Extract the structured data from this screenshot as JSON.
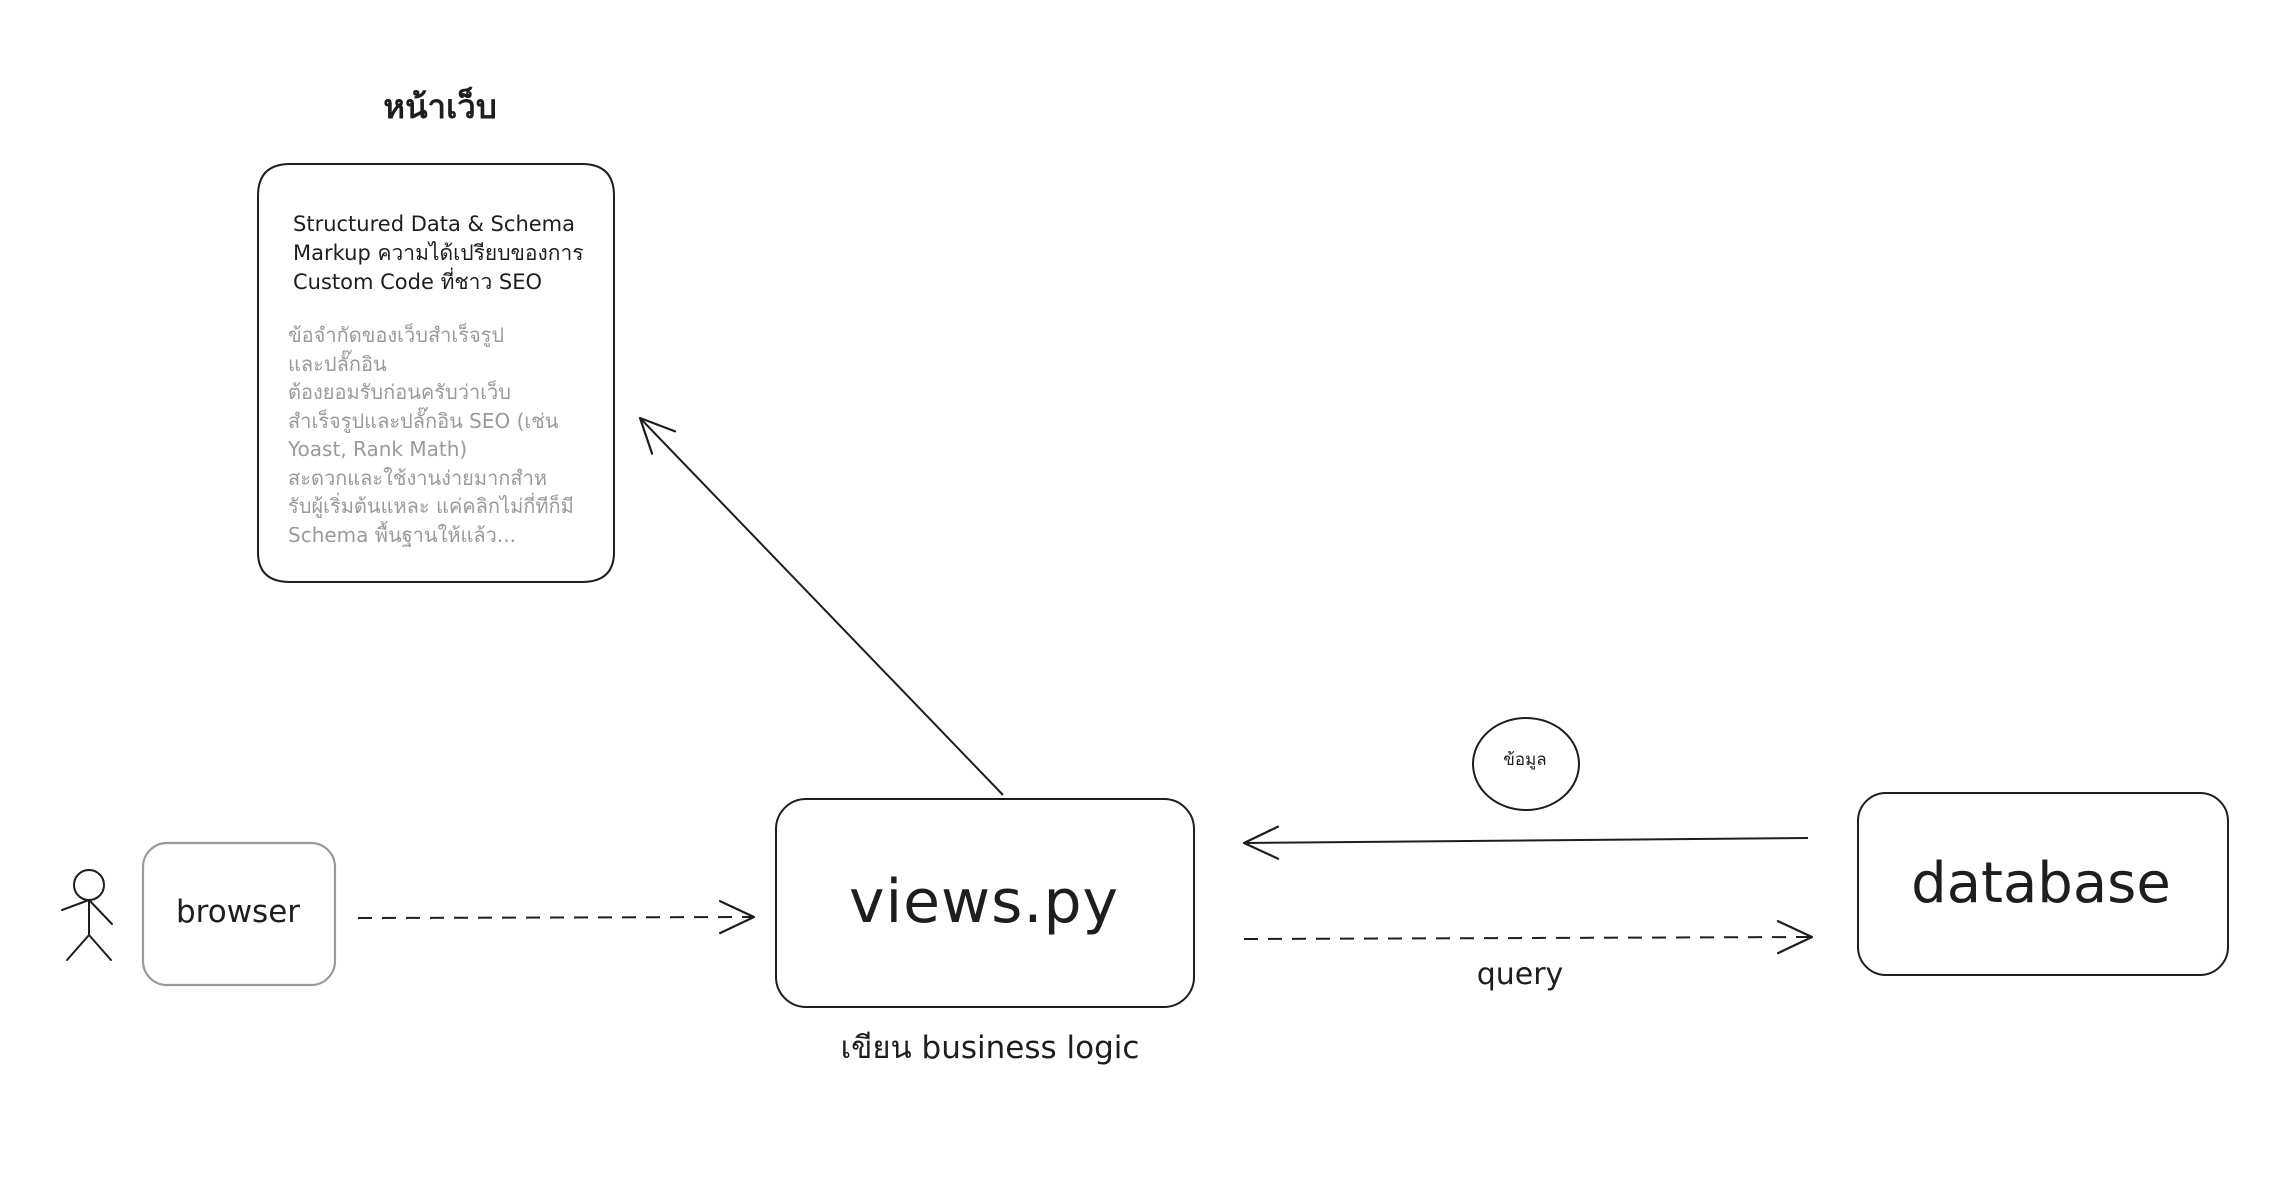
{
  "page_title": "หน้าเว็บ",
  "card": {
    "title_lines": [
      "Structured Data & Schema",
      "Markup ความได้เปรียบของการ",
      "Custom Code ที่ชาว SEO"
    ],
    "body_lines": [
      "ข้อจำกัดของเว็บสำเร็จรูป",
      "และปลั๊กอิน",
      "ต้องยอมรับก่อนครับว่าเว็บ",
      "สำเร็จรูปและปลั๊กอิน SEO (เช่น",
      "Yoast, Rank Math)",
      "สะดวกและใช้งานง่ายมากสำห",
      "รับผู้เริ่มต้นแหละ แค่คลิกไม่กี่ทีก็มี",
      "Schema พื้นฐานให้แล้ว..."
    ]
  },
  "nodes": {
    "browser": "browser",
    "views": "views.py",
    "views_caption": "เขียน business logic",
    "database": "database"
  },
  "edges": {
    "data_label": "ข้อมูล",
    "query_label": "query"
  },
  "colors": {
    "stroke": "#1e1e1e",
    "muted_stroke": "#9a9a9a",
    "muted_text": "#9a9a9a",
    "background": "#ffffff"
  }
}
